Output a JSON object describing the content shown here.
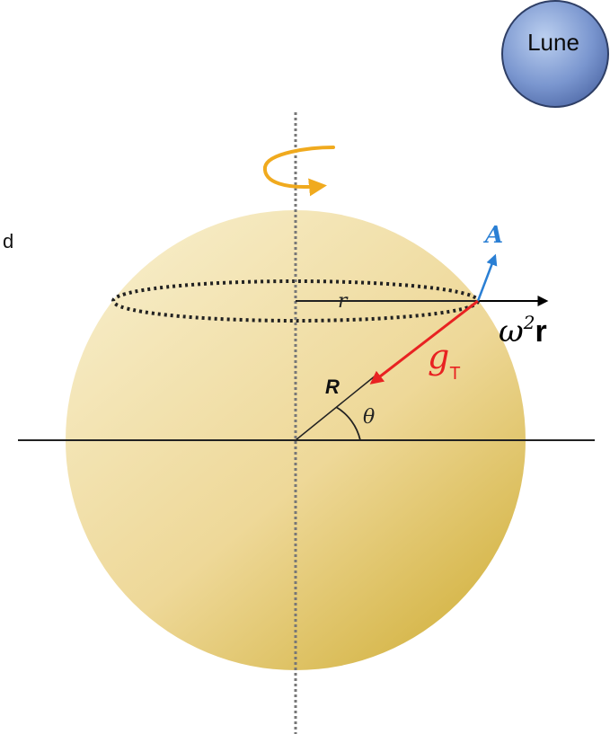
{
  "moon_badge": {
    "label": "Lune"
  },
  "edge_fragment": "d",
  "labels": {
    "small_radius": "r",
    "big_radius": "R",
    "angle": "θ",
    "vector_a": "A",
    "omega": "ω",
    "omega_exponent": "2",
    "omega_r": "r",
    "gravity": "g",
    "gravity_subscript": "T"
  },
  "colors": {
    "sphere_light": "#f4e6b6",
    "sphere_dark": "#d4b444",
    "gravity_vector": "#e82222",
    "vector_a": "#2a7fd4",
    "rotation_arrow": "#f0aa1e",
    "moon_fill": "#5f7ebd",
    "axis": "#777777"
  }
}
